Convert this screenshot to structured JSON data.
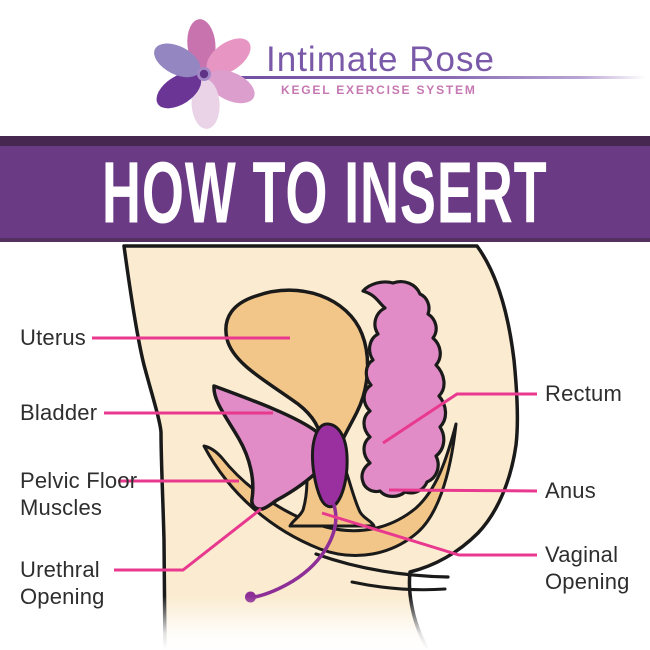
{
  "logo": {
    "brand": "Intimate Rose",
    "tagline": "KEGEL EXERCISE SYSTEM",
    "flower_icon": "six-petal-flower",
    "petal_colors": [
      "#c873ae",
      "#e795c3",
      "#dc9ecd",
      "#ead3e7",
      "#6b3596",
      "#9486c0"
    ],
    "brand_color": "#7a5aa8",
    "tagline_color": "#c678b2"
  },
  "banner": {
    "title": "HOW TO INSERT",
    "background": "#6a3a85",
    "top_strip": "#452750",
    "text_color": "#ffffff"
  },
  "diagram": {
    "labels": {
      "uterus": "Uterus",
      "bladder": "Bladder",
      "pelvic_floor": "Pelvic Floor\nMuscles",
      "urethral": "Urethral\nOpening",
      "rectum": "Rectum",
      "anus": "Anus",
      "vaginal": "Vaginal\nOpening"
    },
    "colors": {
      "skin": "#fbecd1",
      "organ_tan": "#f2c689",
      "organ_pink": "#e18cc6",
      "device_purple": "#9a2fa0",
      "cord_purple": "#8d2f96",
      "pointer_pink": "#e8398f",
      "outline": "#1a1a1a"
    }
  }
}
